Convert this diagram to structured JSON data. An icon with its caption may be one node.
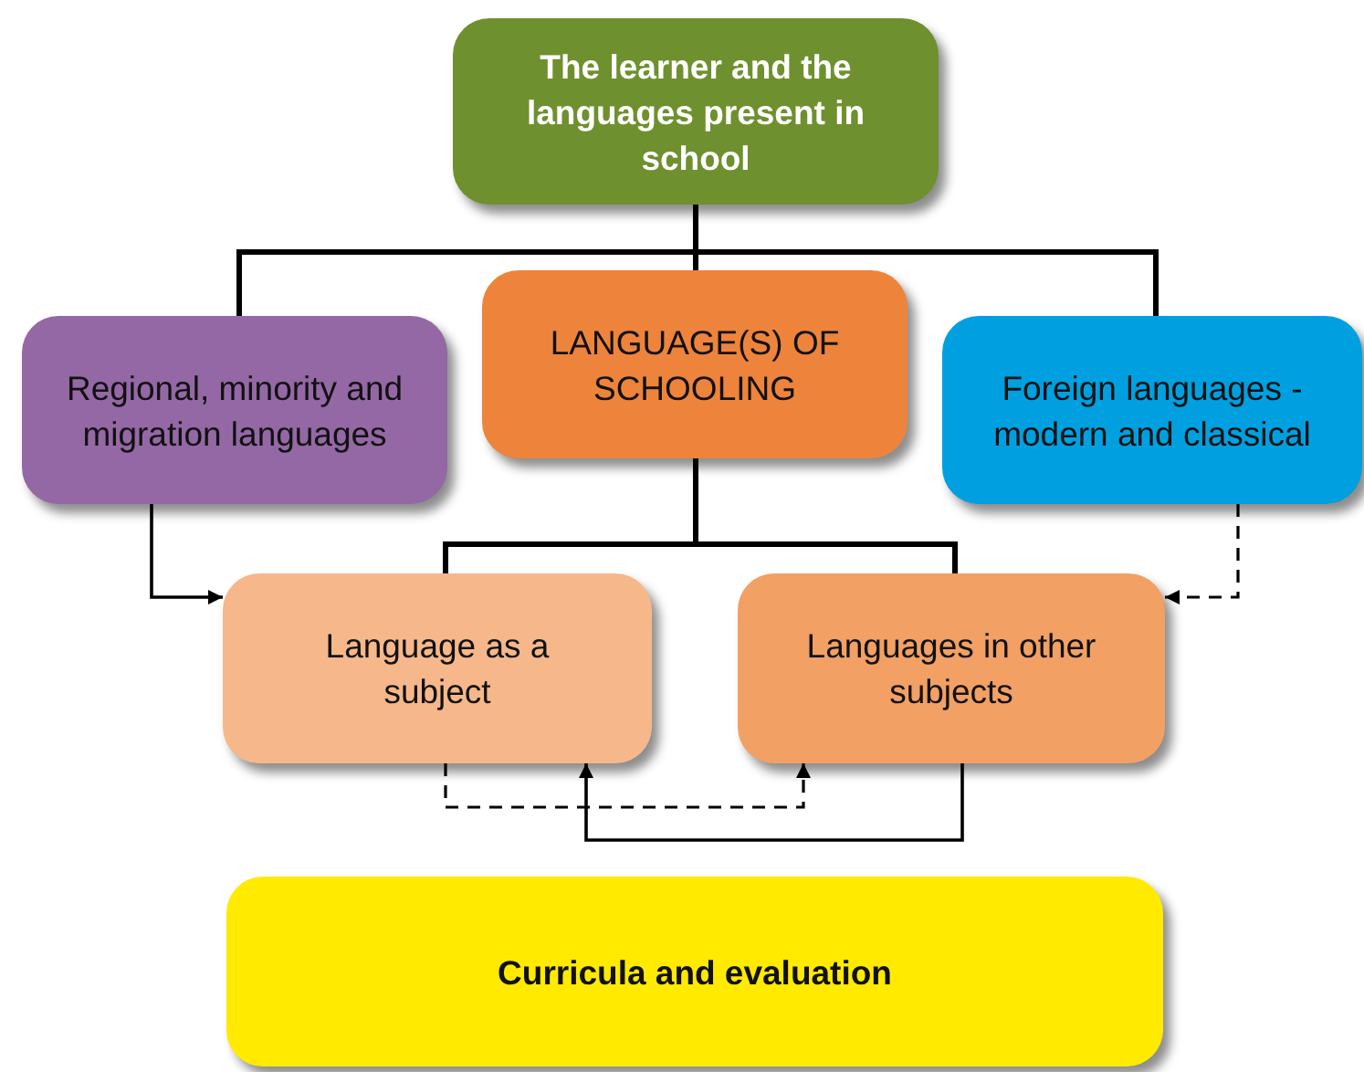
{
  "diagram": {
    "nodes": [
      {
        "text": [
          "The learner and the languages present in school"
        ]
      },
      {
        "text": [
          "Regional, minority and migration languages"
        ]
      },
      {
        "text": [
          "LANGUAGE(S) OF SCHOOLING"
        ]
      },
      {
        "text": [
          "Foreign languages - modern and classical"
        ]
      },
      {
        "text": [
          "Language as a subject"
        ]
      },
      {
        "text": [
          "Languages in other subjects"
        ]
      },
      {
        "text": [
          "Curricula and evaluation"
        ]
      }
    ],
    "edges": [
      {
        "from": 0,
        "to": 1,
        "arrow": "none"
      },
      {
        "from": 0,
        "to": 2,
        "arrow": "none"
      },
      {
        "from": 0,
        "to": 3,
        "arrow": "none"
      },
      {
        "from": 2,
        "to": 4,
        "arrow": "none"
      },
      {
        "from": 2,
        "to": 5,
        "arrow": "none"
      },
      {
        "from": 1,
        "to": 4,
        "arrow": "to"
      },
      {
        "from": 3,
        "to": 5,
        "arrow": "to",
        "style": "dashed"
      },
      {
        "from": 4,
        "to": 5,
        "arrow": "to",
        "style": "dashed"
      },
      {
        "from": 5,
        "to": 4,
        "arrow": "to"
      }
    ]
  }
}
